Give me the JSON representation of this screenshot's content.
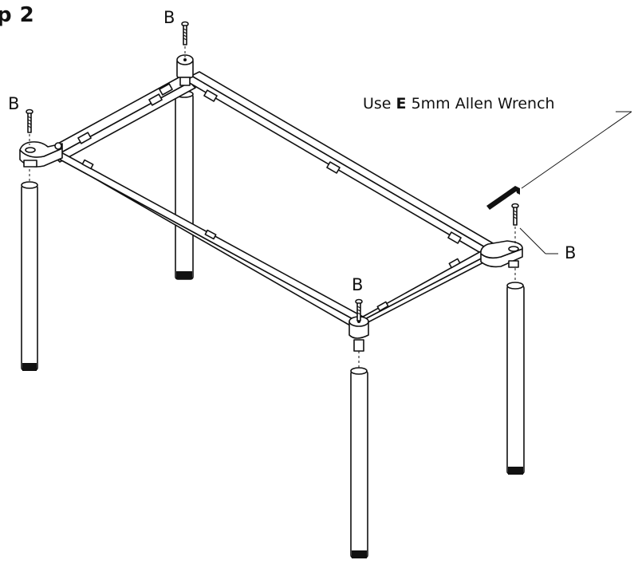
{
  "step": {
    "title": "p 2"
  },
  "labels": {
    "screw_back": "B",
    "screw_left": "B",
    "screw_right": "B",
    "screw_front": "B"
  },
  "callout": {
    "prefix": "Use ",
    "part": "E",
    "suffix": " 5mm Allen Wrench"
  }
}
